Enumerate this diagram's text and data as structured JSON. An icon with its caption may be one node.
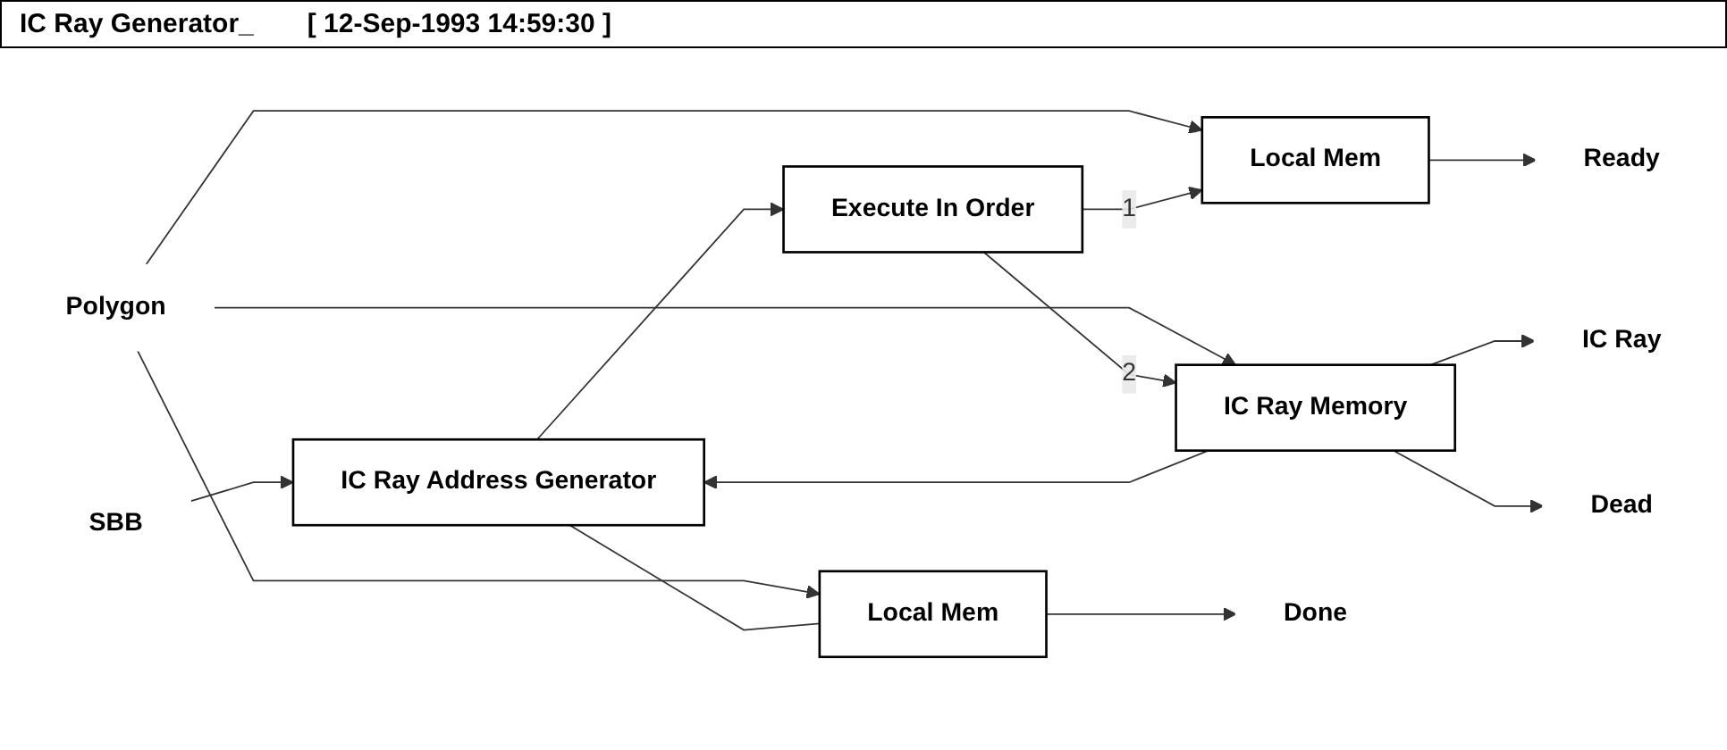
{
  "diagram": {
    "title": "IC Ray Generator_",
    "nodes": [
      {
        "text": [
          "Local Mem"
        ]
      },
      {
        "text": [
          "Ready"
        ]
      },
      {
        "text": [
          "SBB"
        ]
      },
      {
        "text": [
          "IC Ray Address Generator"
        ]
      },
      {
        "text": [
          "Execute In Order"
        ]
      },
      {
        "text": [
          "IC Ray"
        ]
      },
      {
        "text": [
          "IC Ray Memory"
        ]
      },
      {
        "text": [
          "Dead"
        ]
      },
      {
        "text": [
          "Polygon"
        ]
      },
      {
        "text": [
          "Local Mem"
        ]
      },
      {
        "text": [
          "Done"
        ]
      }
    ],
    "edges": [
      {
        "from": 2,
        "to": 3,
        "arrow": "to"
      },
      {
        "from": 8,
        "to": 9,
        "arrow": "to"
      },
      {
        "from": 8,
        "to": 0,
        "arrow": "to"
      },
      {
        "from": 8,
        "to": 6,
        "arrow": "to"
      },
      {
        "from": 3,
        "to": 4,
        "arrow": "to"
      },
      {
        "from": 4,
        "to": 0,
        "arrow": "to",
        "label": "1"
      },
      {
        "from": 4,
        "to": 6,
        "arrow": "to",
        "label": "2"
      },
      {
        "from": 0,
        "to": 1,
        "arrow": "to"
      },
      {
        "from": 6,
        "to": 5,
        "arrow": "to"
      },
      {
        "from": 6,
        "to": 7,
        "arrow": "to"
      },
      {
        "from": 6,
        "to": 3,
        "arrow": "to"
      },
      {
        "from": 3,
        "to": 9,
        "arrow": "none"
      },
      {
        "from": 9,
        "to": 10,
        "arrow": "to"
      }
    ],
    "labels": [
      "[ 12-Sep-1993 14:59:30 ]"
    ]
  }
}
